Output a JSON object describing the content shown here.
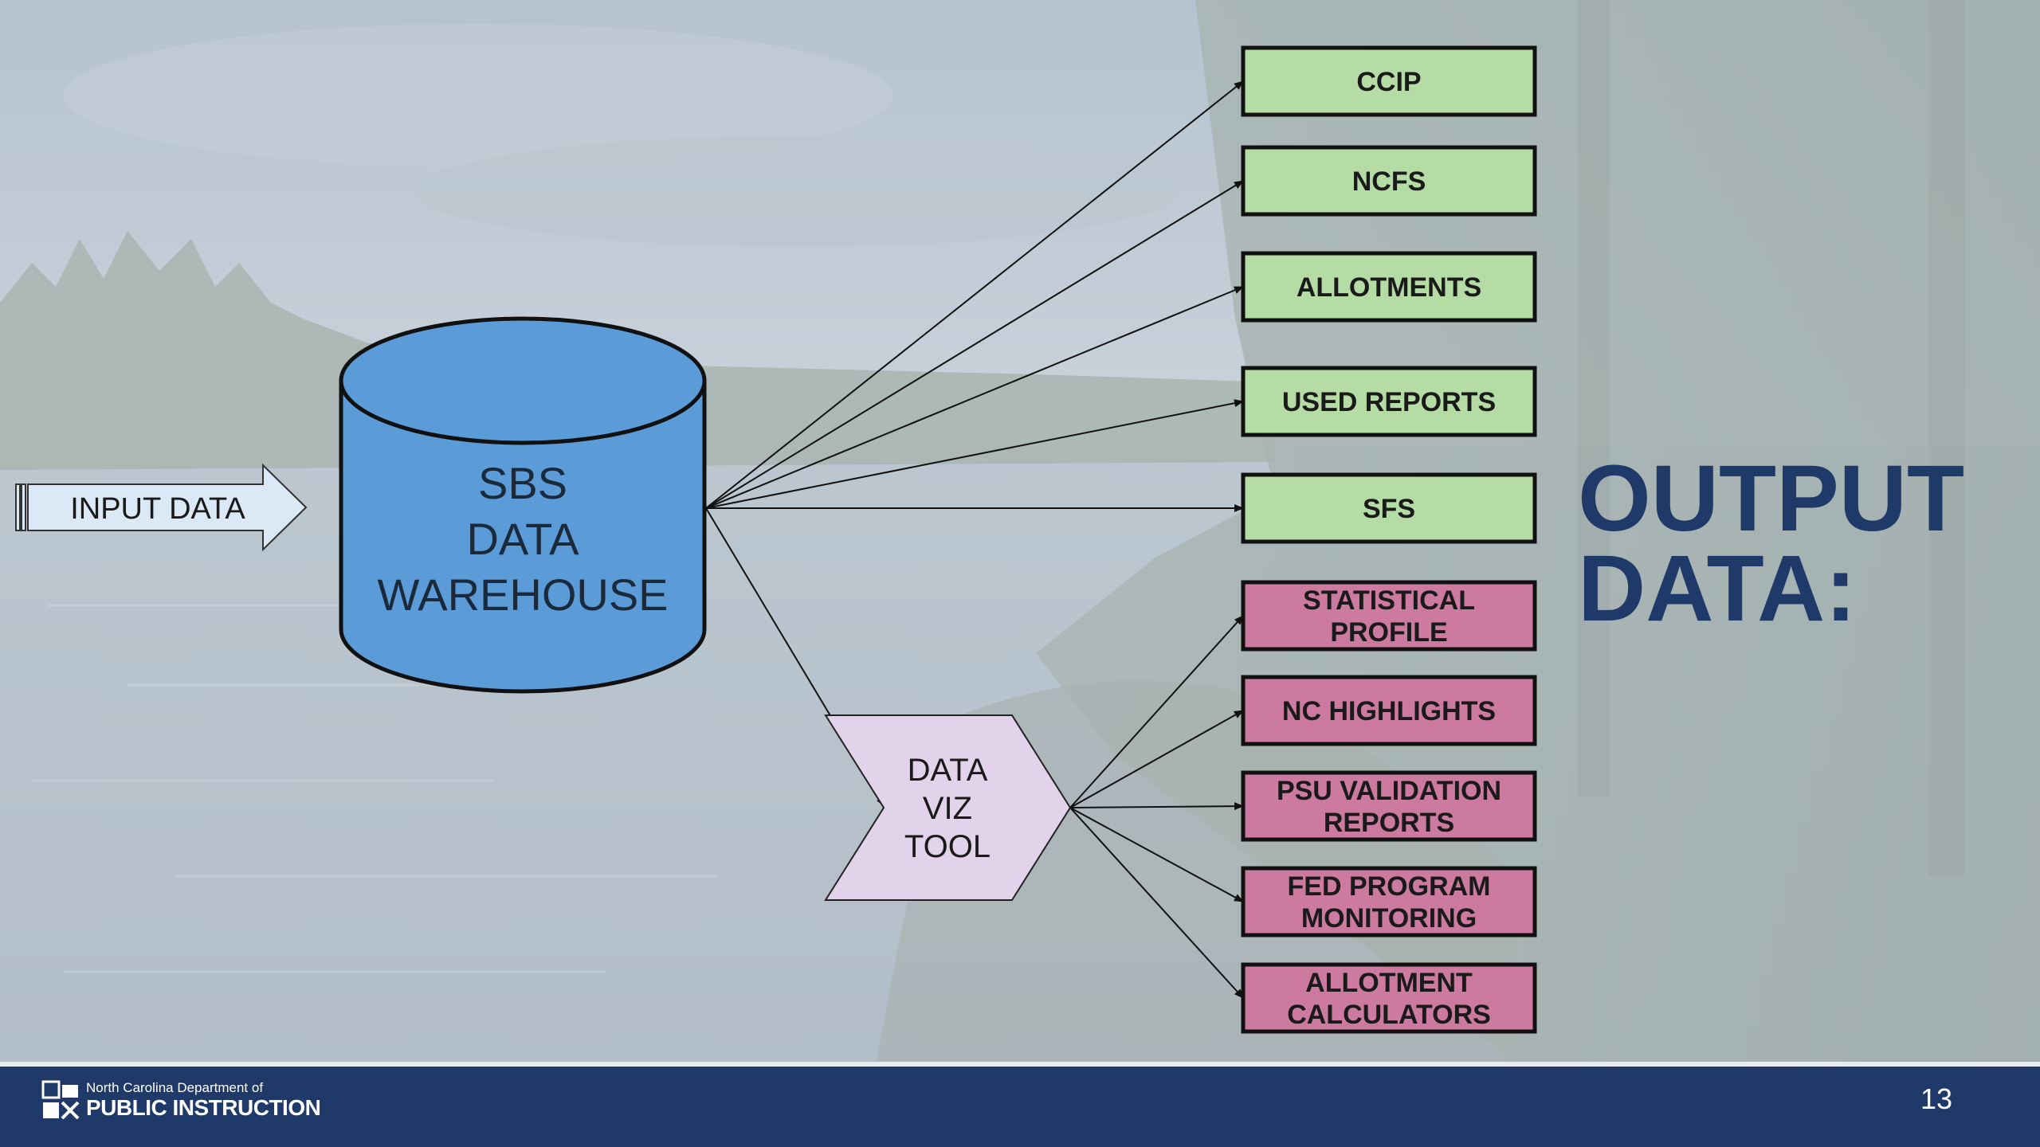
{
  "diagram": {
    "input_label": "INPUT DATA",
    "warehouse_lines": [
      "SBS",
      "DATA",
      "WAREHOUSE"
    ],
    "viz_lines": [
      "DATA",
      "VIZ",
      "TOOL"
    ],
    "warehouse_outputs": [
      {
        "lines": [
          "CCIP"
        ]
      },
      {
        "lines": [
          "NCFS"
        ]
      },
      {
        "lines": [
          "ALLOTMENTS"
        ]
      },
      {
        "lines": [
          "USED REPORTS"
        ]
      },
      {
        "lines": [
          "SFS"
        ]
      }
    ],
    "viz_outputs": [
      {
        "lines": [
          "STATISTICAL",
          "PROFILE"
        ]
      },
      {
        "lines": [
          "NC HIGHLIGHTS"
        ]
      },
      {
        "lines": [
          "PSU VALIDATION",
          "REPORTS"
        ]
      },
      {
        "lines": [
          "FED PROGRAM",
          "MONITORING"
        ]
      },
      {
        "lines": [
          "ALLOTMENT",
          "CALCULATORS"
        ]
      }
    ]
  },
  "output_title": "OUTPUT\nDATA:",
  "footer": {
    "org_line1": "North Carolina Department of",
    "org_line2": "PUBLIC INSTRUCTION",
    "slide_number": "13"
  },
  "colors": {
    "green_box": "#b6dca6",
    "pink_box": "#cc7aa0",
    "cylinder": "#5b9bd8",
    "viz_shape": "#e3d3ea",
    "input_arrow": "#dbe9f6",
    "title": "#1f3a68",
    "footer": "#1f3a68"
  }
}
